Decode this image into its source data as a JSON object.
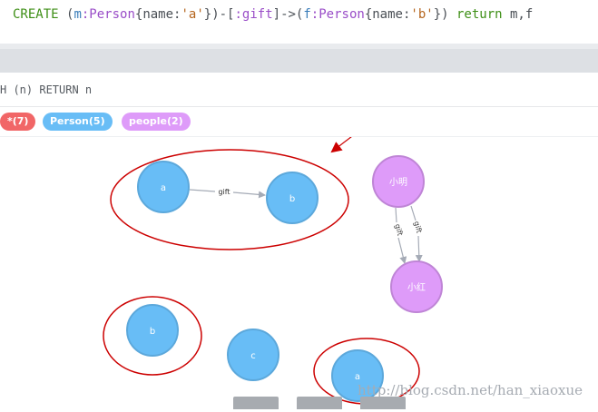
{
  "editor": {
    "query_tokens": [
      {
        "text": "CREATE",
        "cls": "kw"
      },
      {
        "text": " (",
        "cls": ""
      },
      {
        "text": "m",
        "cls": "var"
      },
      {
        "text": ":Person",
        "cls": "lbl"
      },
      {
        "text": "{name:",
        "cls": ""
      },
      {
        "text": "'a'",
        "cls": "str"
      },
      {
        "text": "})-[",
        "cls": ""
      },
      {
        "text": ":gift",
        "cls": "lbl"
      },
      {
        "text": "]->(",
        "cls": ""
      },
      {
        "text": "f",
        "cls": "var"
      },
      {
        "text": ":Person",
        "cls": "lbl"
      },
      {
        "text": "{name:",
        "cls": ""
      },
      {
        "text": "'b'",
        "cls": "str"
      },
      {
        "text": "}) ",
        "cls": ""
      },
      {
        "text": "return",
        "cls": "kw"
      },
      {
        "text": " m,f",
        "cls": ""
      }
    ]
  },
  "result": {
    "command": "H (n) RETURN n",
    "labels": [
      {
        "text": "*(7)",
        "color": "#f16667"
      },
      {
        "text": "Person(5)",
        "color": "#68bdf6"
      },
      {
        "text": "people(2)",
        "color": "#de9bf9"
      }
    ]
  },
  "graph": {
    "colors": {
      "person_fill": "#68bdf6",
      "person_stroke": "#5ca8db",
      "people_fill": "#de9bf9",
      "people_stroke": "#bf85d6",
      "rel": "#a5abb6",
      "annotation": "#cc0000"
    },
    "nodes": [
      {
        "id": "n1",
        "label": "a",
        "type": "Person"
      },
      {
        "id": "n2",
        "label": "b",
        "type": "Person"
      },
      {
        "id": "n3",
        "label": "小明",
        "type": "people"
      },
      {
        "id": "n4",
        "label": "小红",
        "type": "people"
      },
      {
        "id": "n5",
        "label": "b",
        "type": "Person"
      },
      {
        "id": "n6",
        "label": "c",
        "type": "Person"
      },
      {
        "id": "n7",
        "label": "a",
        "type": "Person"
      }
    ],
    "relationships": [
      {
        "from": "n1",
        "to": "n2",
        "type": "gift"
      },
      {
        "from": "n3",
        "to": "n4",
        "type": "gift"
      },
      {
        "from": "n3",
        "to": "n4",
        "type": "gift"
      }
    ]
  },
  "watermark": "http://blog.csdn.net/han_xiaoxue"
}
